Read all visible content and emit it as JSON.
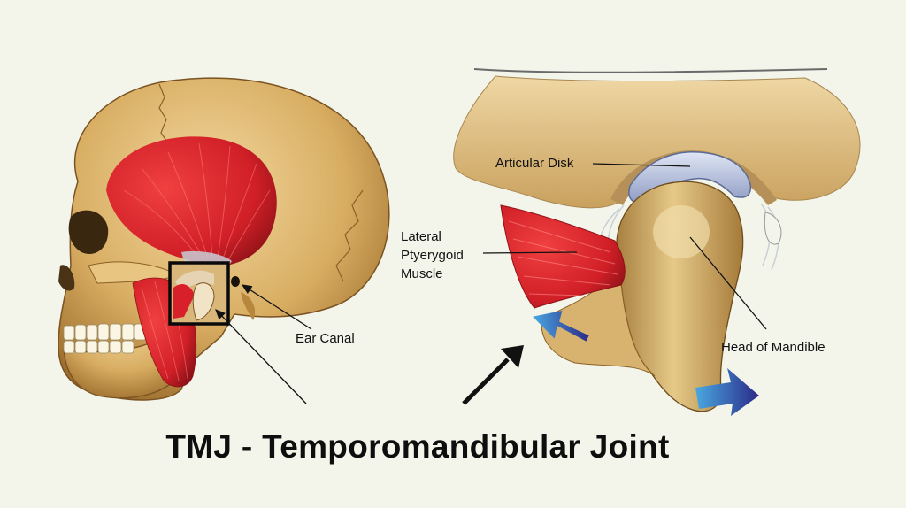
{
  "title": "TMJ - Temporomandibular Joint",
  "labels": {
    "ear_canal": "Ear Canal",
    "articular_disk": "Articular Disk",
    "lateral_pterygoid": [
      "Lateral",
      "Ptyerygoid",
      "Muscle"
    ],
    "head_of_mandible": "Head of Mandible"
  },
  "colors": {
    "background": "#f3f5ea",
    "bone": "#d8ad62",
    "muscle": "#d8202a",
    "disk": "#aab6d6",
    "motion_arrow": "#3a3aa0"
  }
}
